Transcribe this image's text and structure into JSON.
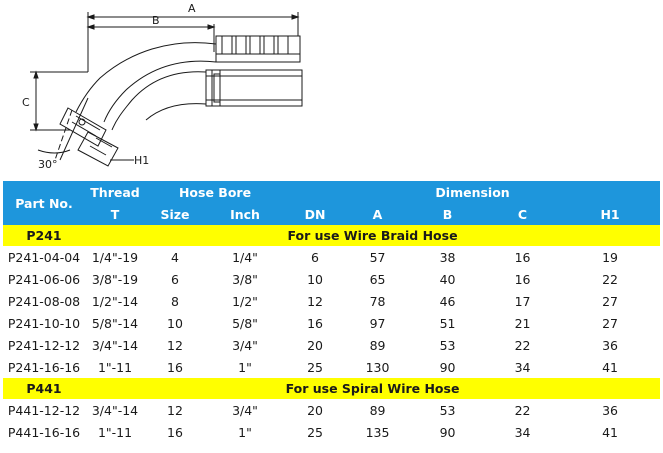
{
  "drawing": {
    "dim_a": "A",
    "dim_b": "B",
    "dim_c": "C",
    "angle": "30°",
    "dim_h1": "H1"
  },
  "table": {
    "headers": {
      "part_no": "Part No.",
      "thread": "Thread",
      "hose_bore": "Hose Bore",
      "dimension": "Dimension",
      "t": "T",
      "size": "Size",
      "inch": "Inch",
      "dn": "DN",
      "a": "A",
      "b": "B",
      "c": "C",
      "h1": "H1"
    },
    "groups": [
      {
        "series": "P241",
        "note": "For use Wire Braid Hose",
        "rows": [
          [
            "P241-04-04",
            "1/4\"-19",
            "4",
            "1/4\"",
            "6",
            "57",
            "38",
            "16",
            "19"
          ],
          [
            "P241-06-06",
            "3/8\"-19",
            "6",
            "3/8\"",
            "10",
            "65",
            "40",
            "16",
            "22"
          ],
          [
            "P241-08-08",
            "1/2\"-14",
            "8",
            "1/2\"",
            "12",
            "78",
            "46",
            "17",
            "27"
          ],
          [
            "P241-10-10",
            "5/8\"-14",
            "10",
            "5/8\"",
            "16",
            "97",
            "51",
            "21",
            "27"
          ],
          [
            "P241-12-12",
            "3/4\"-14",
            "12",
            "3/4\"",
            "20",
            "89",
            "53",
            "22",
            "36"
          ],
          [
            "P241-16-16",
            "1\"-11",
            "16",
            "1\"",
            "25",
            "130",
            "90",
            "34",
            "41"
          ]
        ]
      },
      {
        "series": "P441",
        "note": "For use Spiral Wire Hose",
        "rows": [
          [
            "P441-12-12",
            "3/4\"-14",
            "12",
            "3/4\"",
            "20",
            "89",
            "53",
            "22",
            "36"
          ],
          [
            "P441-16-16",
            "1\"-11",
            "16",
            "1\"",
            "25",
            "135",
            "90",
            "34",
            "41"
          ]
        ]
      }
    ]
  }
}
